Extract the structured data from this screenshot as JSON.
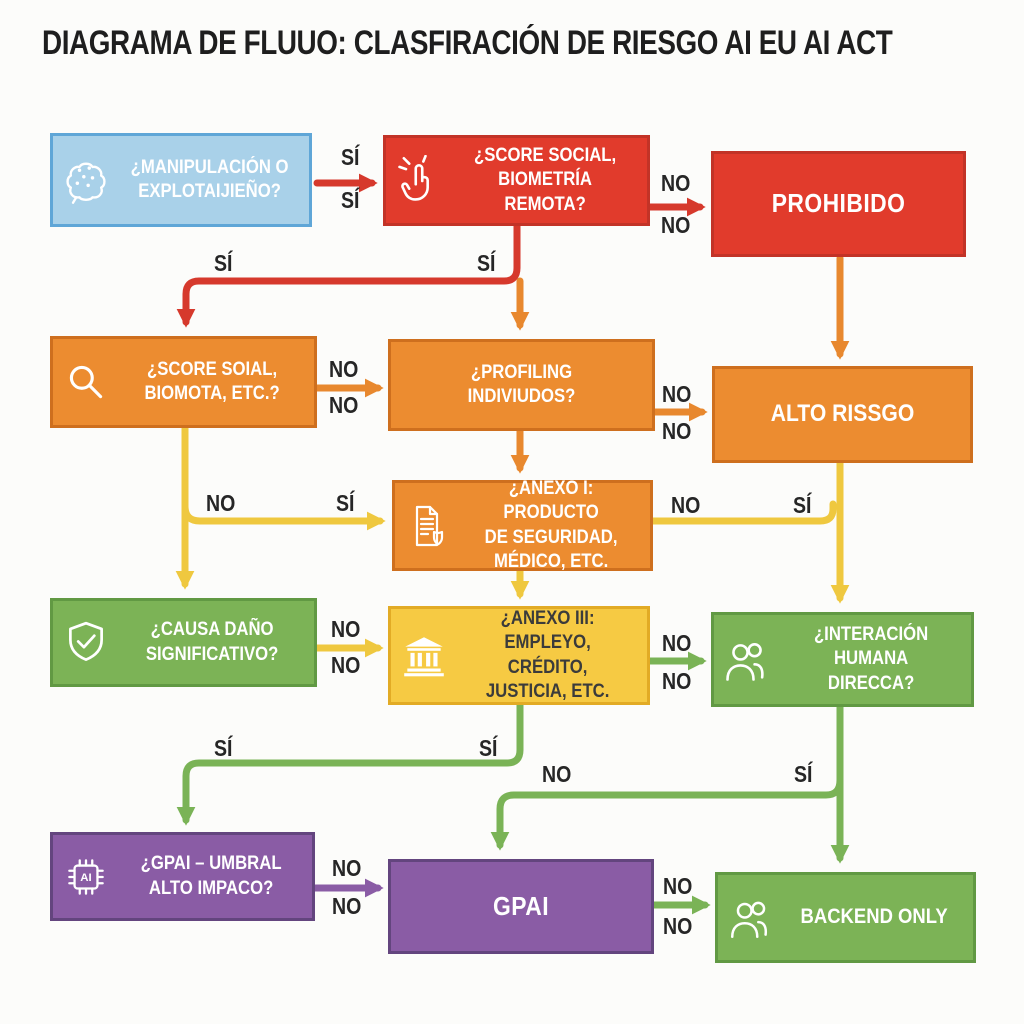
{
  "title": "DIAGRAMA DE FLUUO: CLASFIRACIÓN DE RIESGO AI EU AI ACT",
  "nodes": {
    "manipulacion": {
      "label": "¿MANIPULACIÓN O\nEXPLOTAIJIEÑO?",
      "icon": "brain-icon"
    },
    "score_social": {
      "label": "¿SCORE SOCIAL,\nBIOMETRÍA REMOTA?",
      "icon": "click-icon"
    },
    "prohibido": {
      "label": "PROHIBIDO"
    },
    "score_soial": {
      "label": "¿SCORE SOIAL,\nBIOMOTA, ETC.?",
      "icon": "search-icon"
    },
    "profiling": {
      "label": "¿PROFILING\nINDIVIUDOS?"
    },
    "alto_riesgo": {
      "label": "ALTO RISSGO"
    },
    "anexo1": {
      "label": "¿ANEXO I: PRODUCTO\nDE SEGURIDAD,\nMÉDICO, ETC.",
      "icon": "doc-shield-icon"
    },
    "causa_dano": {
      "label": "¿CAUSA DAÑO\nSIGNIFICATIVO?",
      "icon": "shield-check-icon"
    },
    "anexo3": {
      "label": "¿ANEXO III:\nEMPLEYO, CRÉDITO,\nJUSTICIA, ETC.",
      "icon": "bank-icon"
    },
    "interaccion": {
      "label": "¿INTERACIÓN HUMANA\nDIRECCA?",
      "icon": "people-icon"
    },
    "gpai_umbral": {
      "label": "¿GPAI – UMBRAL\nALTO IMPACO?",
      "icon": "ai-chip-icon"
    },
    "gpai": {
      "label": "GPAI"
    },
    "backend_only": {
      "label": "BACKEND ONLY",
      "icon": "people-icon"
    }
  },
  "edge_labels": {
    "manip_to_score_above": "SÍ",
    "manip_to_score_below": "SÍ",
    "score_to_prohibido_above": "NO",
    "score_to_prohibido_below": "NO",
    "score_si_curve_left": "SÍ",
    "score_si_curve_right": "SÍ",
    "soial_to_profiling_above": "NO",
    "soial_to_profiling_below": "NO",
    "profiling_to_alto_above": "NO",
    "profiling_to_alto_below": "NO",
    "soial_down_no": "NO",
    "soial_branch_si": "SÍ",
    "anexo1_right_no": "NO",
    "alto_down_si": "SÍ",
    "causa_to_anexo3_above": "NO",
    "causa_to_anexo3_below": "NO",
    "anexo3_to_inter_above": "NO",
    "anexo3_to_inter_below": "NO",
    "anexo3_si_curve_left": "SÍ",
    "anexo3_si_curve_right": "SÍ",
    "inter_branch_no": "NO",
    "inter_down_si": "SÍ",
    "umbral_to_gpai_above": "NO",
    "umbral_to_gpai_below": "NO",
    "gpai_to_backend_above": "NO",
    "gpai_to_backend_below": "NO"
  },
  "colors": {
    "node_blue": "#a9d1e9",
    "node_red": "#e13b2c",
    "node_orange": "#ec8c30",
    "node_yellow": "#f6ca43",
    "node_green": "#7cb356",
    "node_purple": "#8a5ca5",
    "arrow_red": "#d6392c",
    "arrow_orange": "#e8882e",
    "arrow_yellow": "#efc83f",
    "arrow_green": "#7ab356",
    "arrow_purple": "#8a5ca5"
  }
}
